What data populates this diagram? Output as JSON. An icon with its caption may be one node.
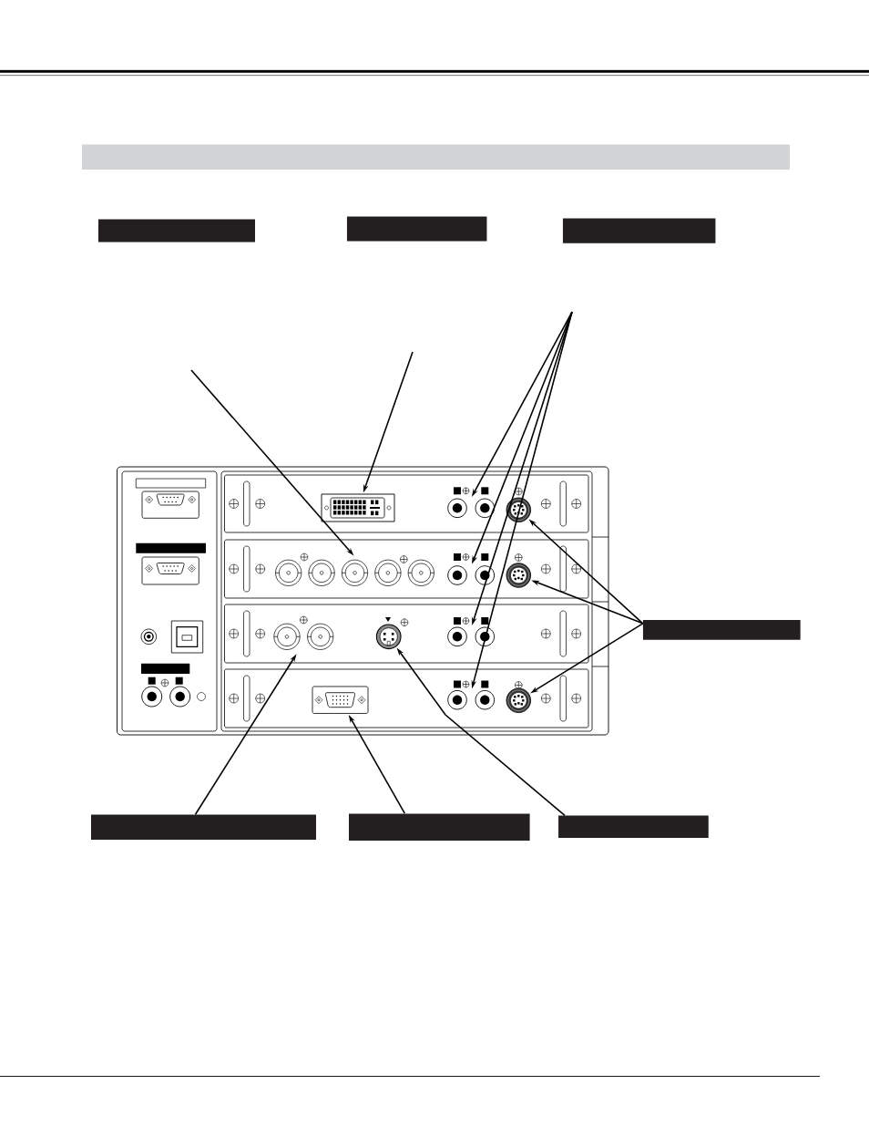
{
  "diagram": {
    "nodes": [
      {
        "text": [],
        "shape": "bar"
      },
      {
        "text": [],
        "shape": "box"
      },
      {
        "text": [],
        "shape": "box"
      },
      {
        "text": [],
        "shape": "box"
      },
      {
        "text": [],
        "shape": "box"
      },
      {
        "text": [],
        "shape": "box"
      },
      {
        "text": [],
        "shape": "box"
      },
      {
        "text": [],
        "shape": "box"
      },
      {
        "text": [],
        "shape": "picture"
      },
      {
        "text": [],
        "shape": "picture"
      },
      {
        "text": [],
        "shape": "picture"
      },
      {
        "text": [],
        "shape": "picture"
      },
      {
        "text": [],
        "shape": "picture"
      },
      {
        "text": [],
        "shape": "picture"
      },
      {
        "text": [],
        "shape": "picture"
      },
      {
        "text": [],
        "shape": "picture"
      },
      {
        "text": [],
        "shape": "picture"
      },
      {
        "text": [],
        "shape": "picture"
      },
      {
        "text": [],
        "shape": "picture"
      },
      {
        "text": [],
        "shape": "picture"
      },
      {
        "text": [],
        "shape": "picture"
      },
      {
        "text": [],
        "shape": "picture"
      },
      {
        "text": [],
        "shape": "picture"
      }
    ],
    "edges": [
      {
        "from": null,
        "to": 13,
        "arrow": "to"
      },
      {
        "from": null,
        "to": 9,
        "arrow": "to"
      },
      {
        "from": null,
        "to": 10,
        "arrow": "to"
      },
      {
        "from": null,
        "to": 14,
        "arrow": "to"
      },
      {
        "from": null,
        "to": 18,
        "arrow": "to"
      },
      {
        "from": null,
        "to": 21,
        "arrow": "to"
      },
      {
        "from": 4,
        "to": 11,
        "arrow": "to"
      },
      {
        "from": 4,
        "to": 15,
        "arrow": "to"
      },
      {
        "from": 4,
        "to": 22,
        "arrow": "to"
      },
      {
        "from": 5,
        "to": 16,
        "arrow": "to"
      },
      {
        "from": 6,
        "to": 20,
        "arrow": "to"
      },
      {
        "from": 7,
        "to": 17,
        "arrow": "to"
      }
    ]
  }
}
